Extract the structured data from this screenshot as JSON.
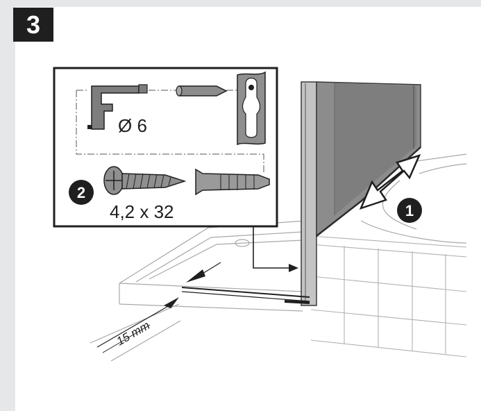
{
  "step": {
    "number": "3"
  },
  "inset": {
    "diameter_label": "Ø 6",
    "screw_size_label": "4,2 x 32",
    "callout_2": "2"
  },
  "callout_1": "1",
  "measurement": {
    "gap_label": "15 mm"
  },
  "colors": {
    "page_background": "#e6e7e8",
    "panel_background": "#ffffff",
    "ink": "#1f1f1f",
    "line_gray": "#9a9a9a",
    "glass_gray": "#8f8f8f",
    "frame_gray": "#b8b8b8"
  }
}
